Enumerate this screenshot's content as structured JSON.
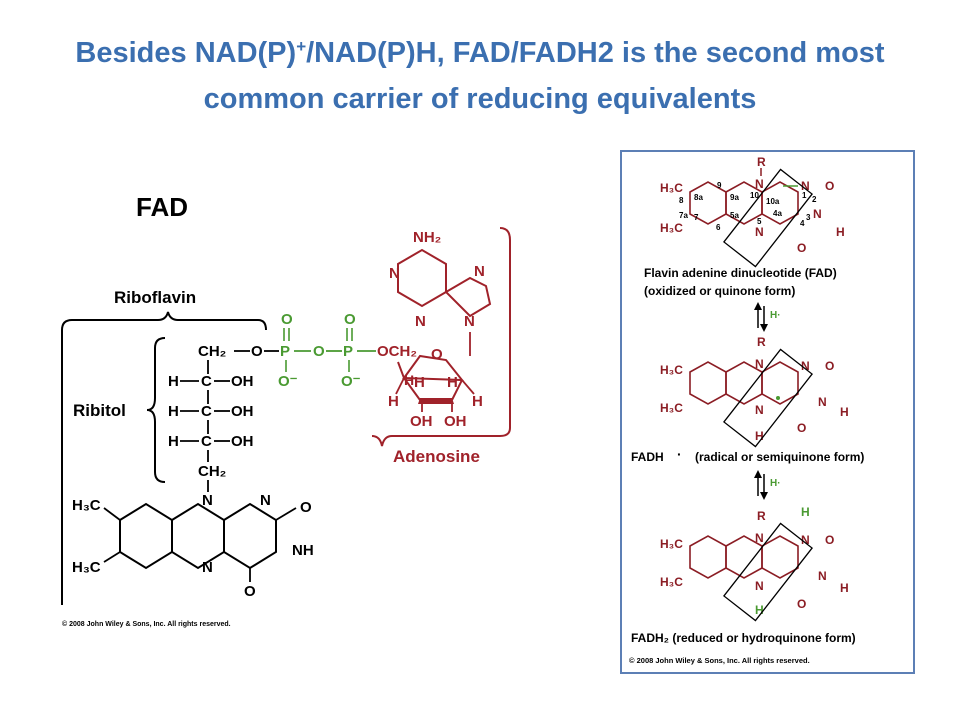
{
  "slide": {
    "title_part1": "Besides NAD(P)",
    "title_sup": "+",
    "title_part2": "/NAD(P)H, FAD/FADH2 is the second most common carrier of reducing equivalents"
  },
  "left_figure": {
    "label": "FAD",
    "riboflavin": "Riboflavin",
    "ribitol": "Ribitol",
    "adenosine": "Adenosine",
    "copyright": "© 2008 John Wiley & Sons, Inc. All rights reserved.",
    "atoms": {
      "nh2": "NH₂",
      "n": "N",
      "o": "O",
      "p": "P",
      "oh": "OH",
      "h": "H",
      "ch2": "CH₂",
      "och2": "OCH₂",
      "o_minus": "O⁻",
      "c": "C",
      "nh": "NH",
      "h3c": "H₃C"
    }
  },
  "right_figure": {
    "state1": "Flavin adenine dinucleotide (FAD)",
    "state1b": "(oxidized or quinone form)",
    "state2_name": "FADH",
    "state2_dot": "·",
    "state2_desc": "(radical or semiquinone form)",
    "state3": "FADH₂ (reduced or hydroquinone form)",
    "hdot": "H·",
    "copyright": "© 2008 John Wiley & Sons, Inc. All rights reserved.",
    "atoms": {
      "r": "R",
      "n": "N",
      "o": "O",
      "h": "H",
      "h3c": "H₃C"
    },
    "ring_numbers": [
      "1",
      "2",
      "3",
      "4",
      "4a",
      "5",
      "5a",
      "6",
      "7",
      "7a",
      "8",
      "8a",
      "9",
      "9a",
      "10",
      "10a"
    ]
  },
  "colors": {
    "title": "#3b6fb0",
    "adenosine": "#a0222a",
    "phosphate": "#4a9a32",
    "frame": "#5c7fb5",
    "flavin_dark": "#8b1d24"
  }
}
